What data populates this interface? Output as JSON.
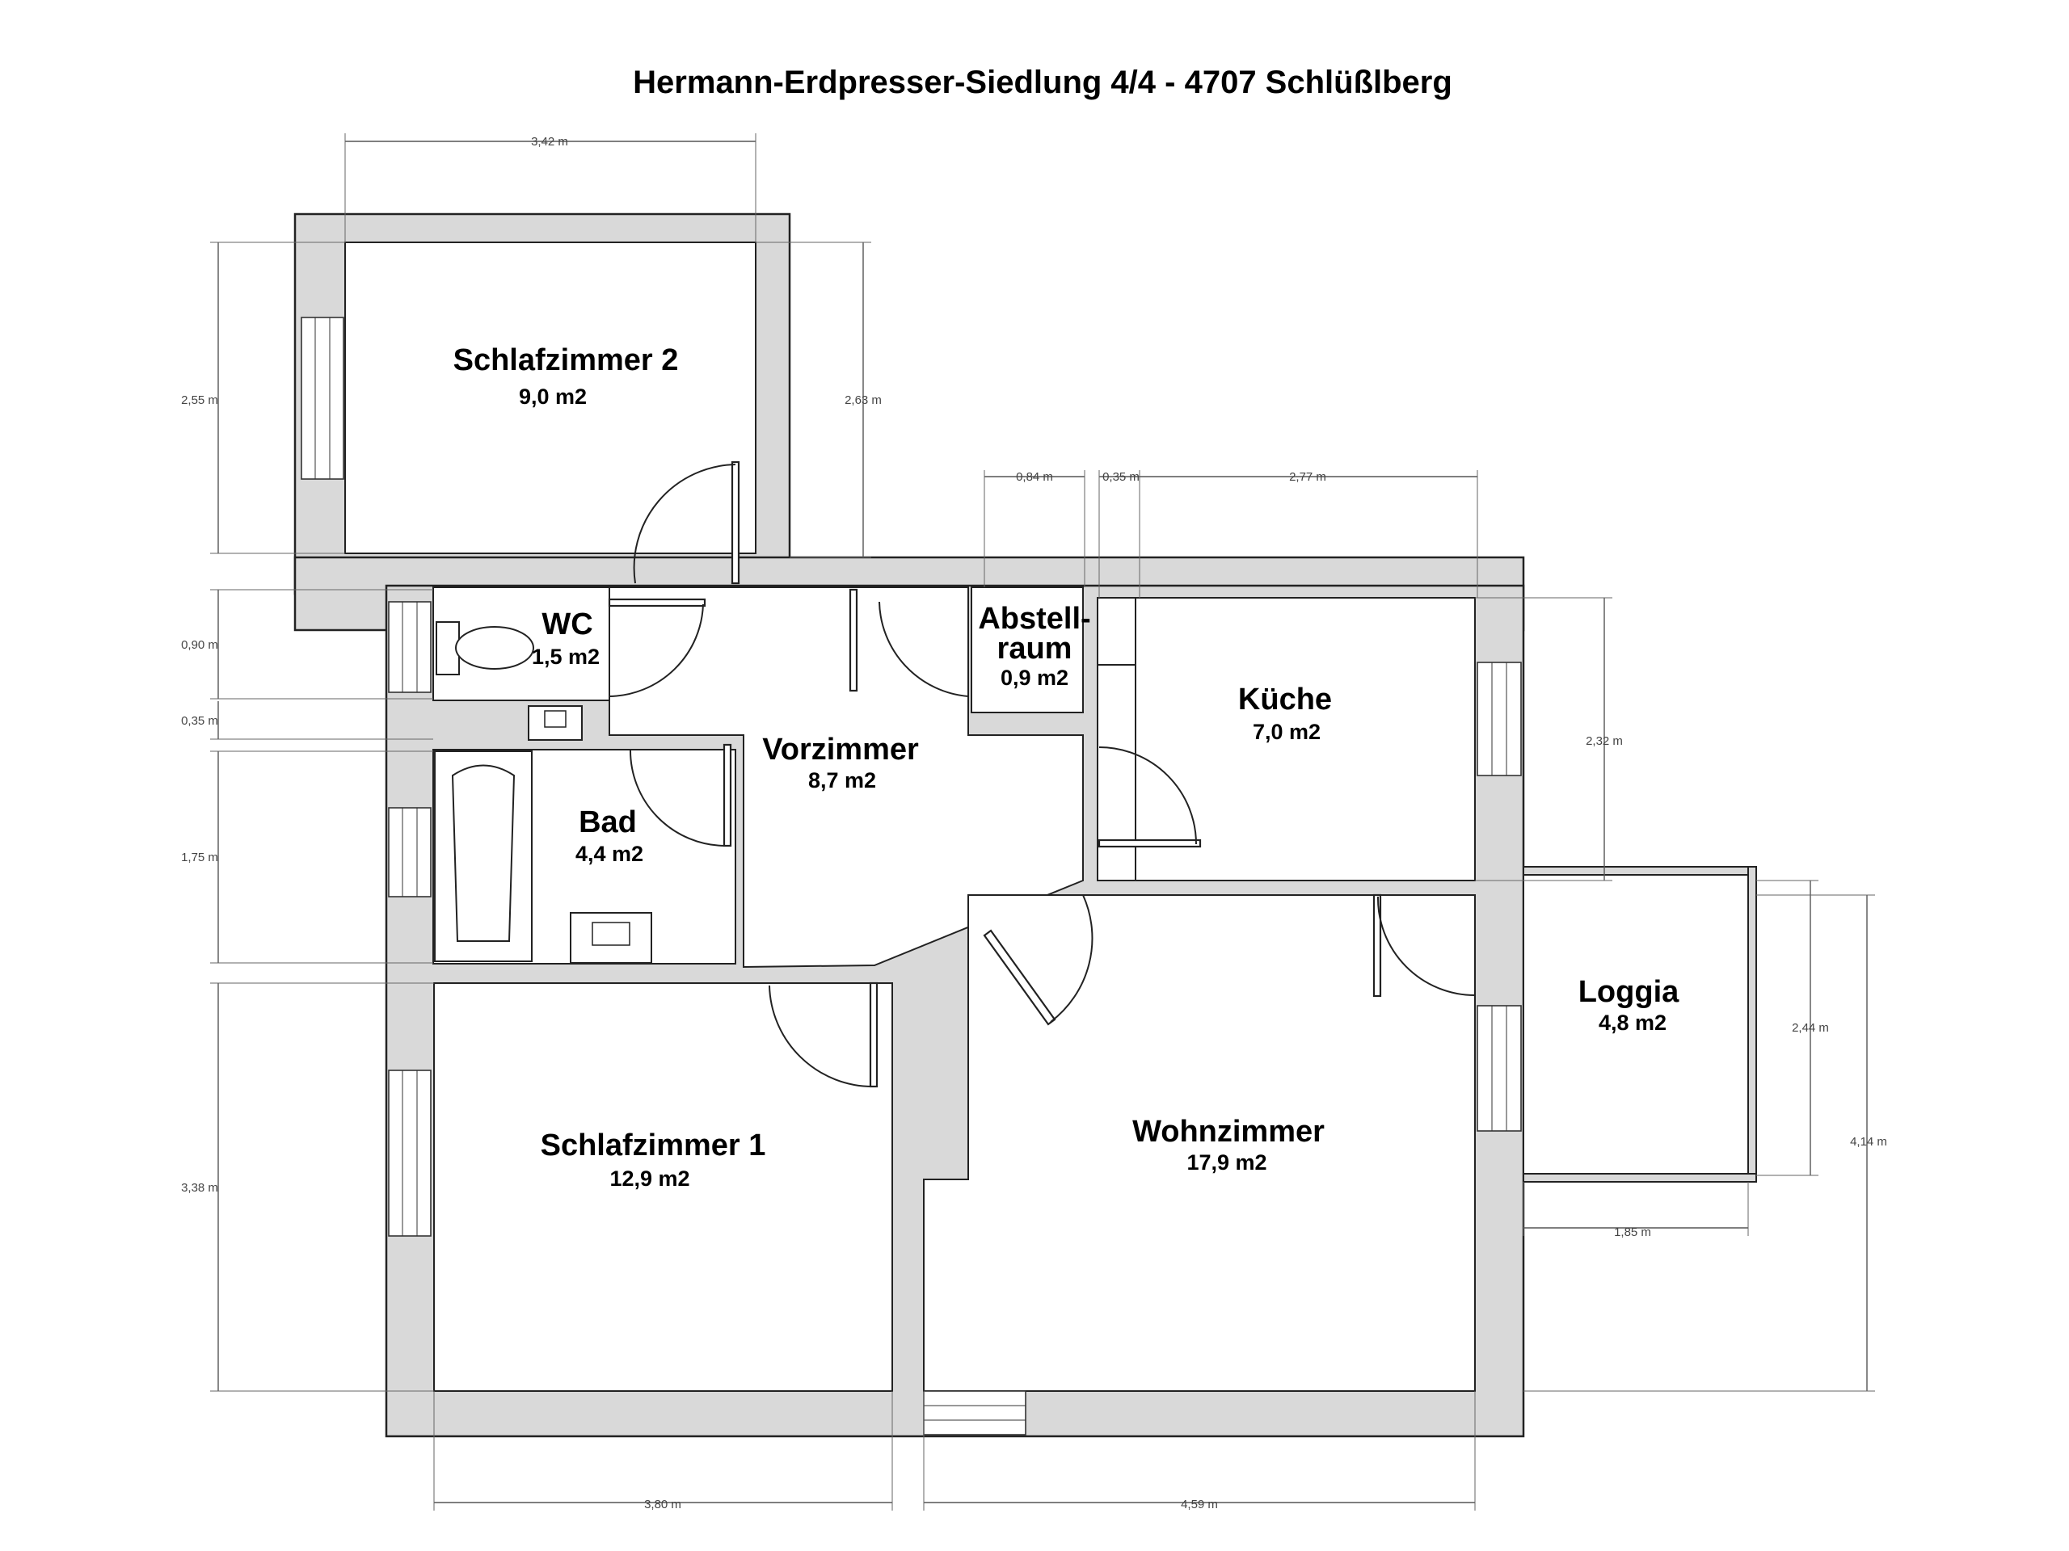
{
  "title": "Hermann-Erdpresser-Siedlung 4/4 - 4707 Schlüßlberg",
  "rooms": {
    "schlafzimmer2": {
      "name": "Schlafzimmer 2",
      "area": "9,0 m2"
    },
    "wc": {
      "name": "WC",
      "area": "1,5 m2"
    },
    "abstellraum": {
      "name_line1": "Abstell-",
      "name_line2": "raum",
      "area": "0,9 m2"
    },
    "vorzimmer": {
      "name": "Vorzimmer",
      "area": "8,7 m2"
    },
    "kueche": {
      "name": "Küche",
      "area": "7,0 m2"
    },
    "bad": {
      "name": "Bad",
      "area": "4,4 m2"
    },
    "loggia": {
      "name": "Loggia",
      "area": "4,8 m2"
    },
    "schlafzimmer1": {
      "name": "Schlafzimmer 1",
      "area": "12,9 m2"
    },
    "wohnzimmer": {
      "name": "Wohnzimmer",
      "area": "17,9 m2"
    }
  },
  "dimensions": {
    "top_sz2_width": "3,42 m",
    "left_sz2_height": "2,55 m",
    "right_sz2_height": "2,63 m",
    "abstell_width": "0,84 m",
    "wall_gap": "0,35 m",
    "kueche_width": "2,77 m",
    "left_wc_height": "0,90 m",
    "left_wall_height": "0,35 m",
    "left_bad_height": "1,75 m",
    "left_sz1_height": "3,38 m",
    "right_kueche_height": "2,32 m",
    "loggia_height": "2,44 m",
    "wohn_height": "4,14 m",
    "loggia_width": "1,85 m",
    "bottom_sz1_width": "3,80 m",
    "bottom_wohn_width": "4,59 m"
  }
}
